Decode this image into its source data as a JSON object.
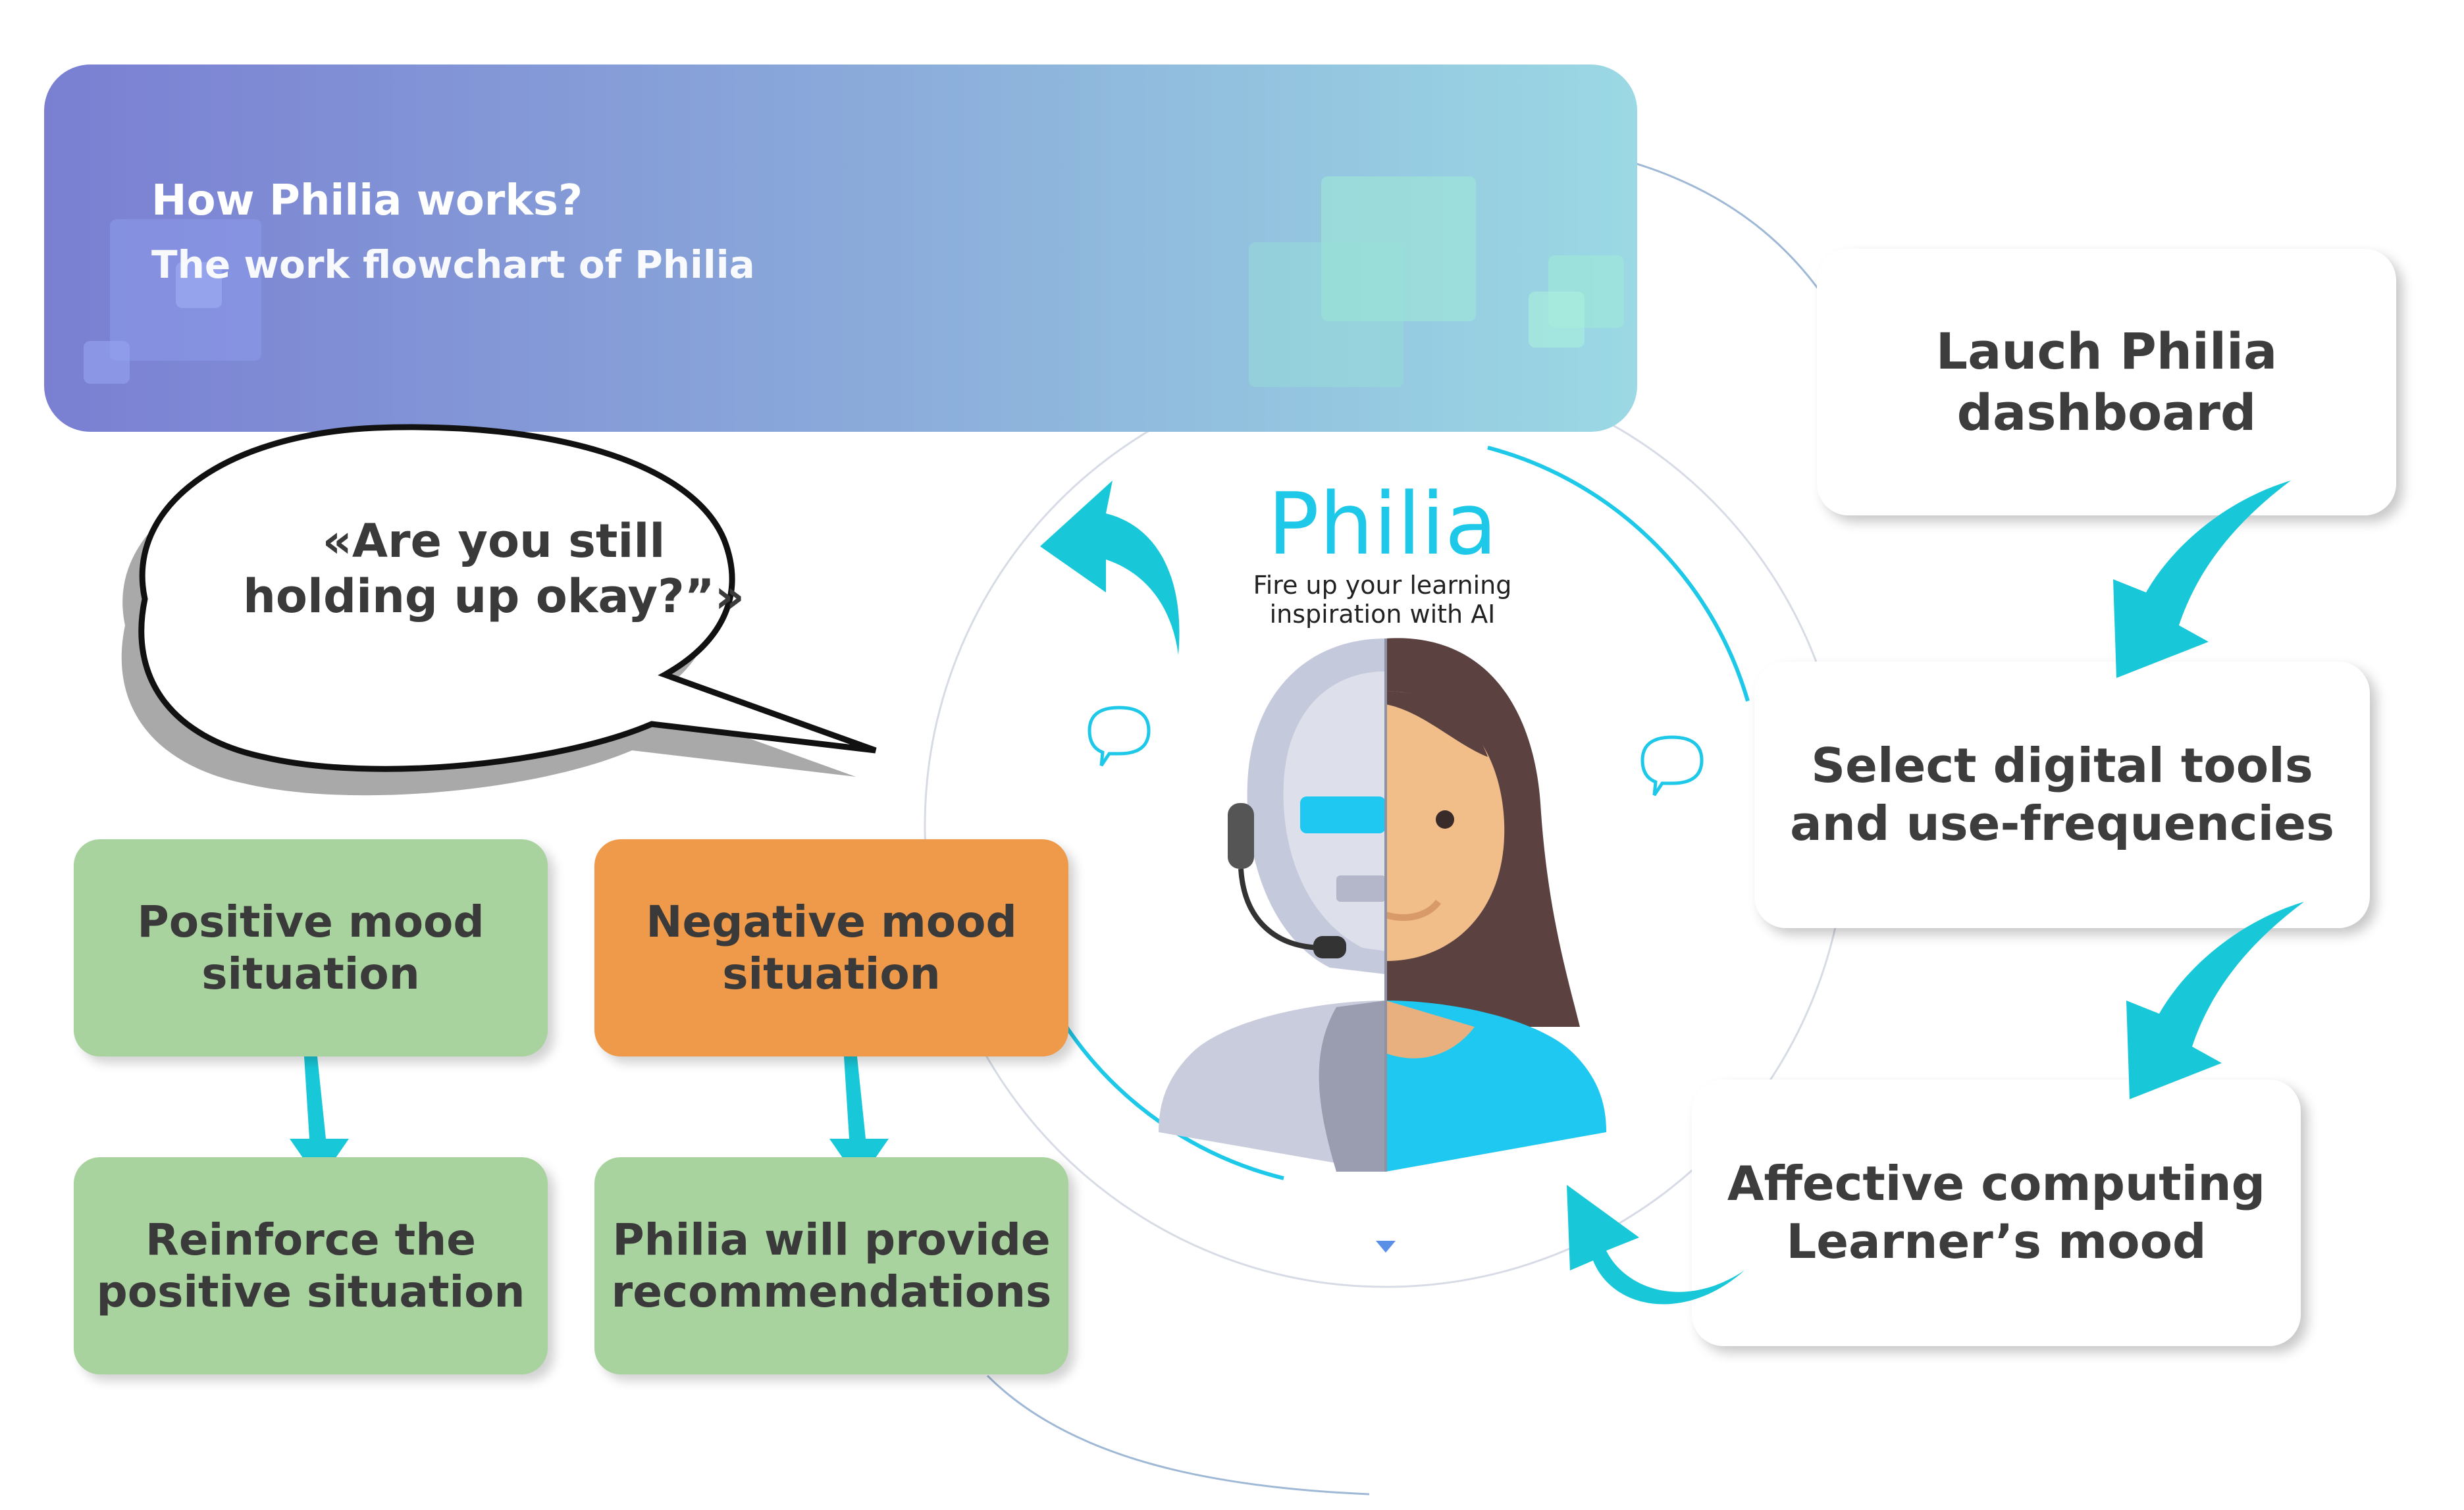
{
  "header": {
    "title": "How Philia works?",
    "subtitle": "The work flowchart of Philia"
  },
  "brand": {
    "name": "Philia",
    "tagline_line1": "Fire up your learning",
    "tagline_line2": "inspiration with AI"
  },
  "bubble": {
    "line1": "«Are you still",
    "line2": "holding up okay?”»"
  },
  "steps": {
    "launch_line1": "Lauch Philia",
    "launch_line2": "dashboard",
    "select_line1": "Select digital tools",
    "select_line2": "and use-frequencies",
    "affective_line1": "Affective computing",
    "affective_line2": "Learner’s mood"
  },
  "boxes": {
    "positive_line1": "Positive mood",
    "positive_line2": "situation",
    "negative_line1": "Negative mood",
    "negative_line2": "situation",
    "reinforce_line1": "Reinforce the",
    "reinforce_line2": "positive situation",
    "recommend_line1": "Philia will provide",
    "recommend_line2": "recommendations"
  },
  "colors": {
    "accent": "#1ec8e8",
    "green_box": "#a8d39f",
    "orange_box": "#ee9a4a",
    "banner_start": "#7a7fd2",
    "banner_end": "#9bd9e4"
  }
}
